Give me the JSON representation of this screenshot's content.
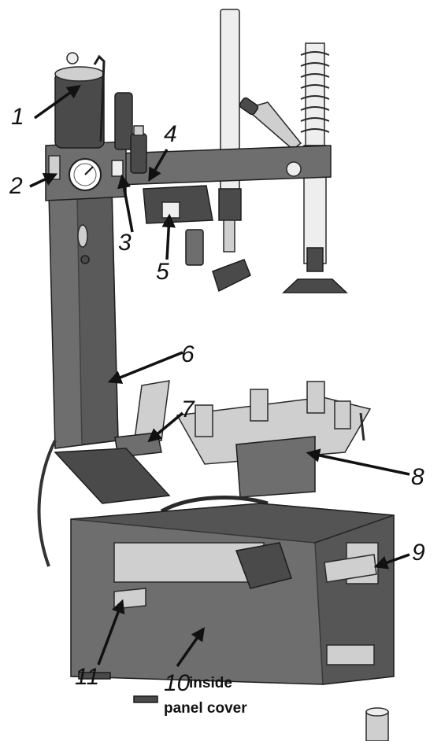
{
  "figure": {
    "callouts": [
      {
        "id": "1",
        "label": "1"
      },
      {
        "id": "2",
        "label": "2"
      },
      {
        "id": "3",
        "label": "3"
      },
      {
        "id": "4",
        "label": "4"
      },
      {
        "id": "5",
        "label": "5"
      },
      {
        "id": "6",
        "label": "6"
      },
      {
        "id": "7",
        "label": "7"
      },
      {
        "id": "8",
        "label": "8"
      },
      {
        "id": "9",
        "label": "9"
      },
      {
        "id": "10",
        "label": "10"
      },
      {
        "id": "11",
        "label": "11"
      }
    ],
    "caption_line1": "inside",
    "caption_line2": "panel cover"
  }
}
